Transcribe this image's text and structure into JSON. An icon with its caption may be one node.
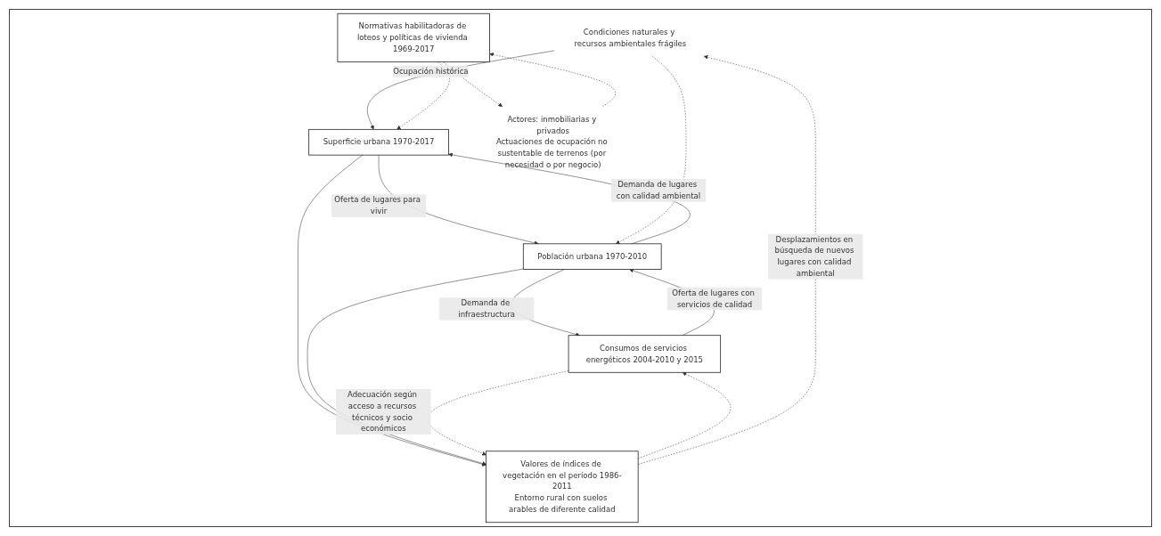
{
  "diagram": {
    "nodes": [
      {
        "text": [
          "Condiciones naturales y recursos ambientales frágiles"
        ]
      },
      {
        "text": [
          "Superficie urbana 1970-2017"
        ]
      },
      {
        "text": [
          "Población urbana 1970-2010"
        ]
      },
      {
        "text": [
          "Consumos de servicios energéticos 2004-2010 y 2015"
        ]
      },
      {
        "text": [
          "Normativas habilitadoras de loteos y políticas de vivienda 1969-2017"
        ]
      },
      {
        "text": [
          "Actores: inmobiliarias y privados",
          "Actuaciones de ocupación no sustentable de terrenos (por necesidad o por negocio)"
        ]
      },
      {
        "text": [
          "Valores de índices de vegetación en el período 1986-2011",
          "Entorno rural con suelos arables de diferente calidad"
        ]
      }
    ],
    "edges": [
      {
        "from": 0,
        "to": 1,
        "arrow": "to",
        "label": "Ocupación histórica"
      },
      {
        "from": 1,
        "to": 2,
        "arrow": "to",
        "label": "Oferta de lugares para vivir"
      },
      {
        "from": 0,
        "to": 2,
        "arrow": "to",
        "style": "dashed"
      },
      {
        "from": 2,
        "to": 3,
        "arrow": "to",
        "label": "Demanda de infraestructura"
      },
      {
        "from": 2,
        "to": 1,
        "arrow": "to",
        "label": "Demanda de lugares con calidad ambiental"
      },
      {
        "from": 3,
        "to": 2,
        "arrow": "to",
        "label": "Oferta de lugares con servicios de calidad"
      },
      {
        "from": 1,
        "to": 6,
        "arrow": "to"
      },
      {
        "from": 2,
        "to": 6,
        "arrow": "to"
      },
      {
        "from": 6,
        "to": 3,
        "arrow": "to",
        "style": "dashed"
      },
      {
        "from": 3,
        "to": 6,
        "arrow": "to",
        "style": "dashed",
        "label": "Adecuación según acceso a recursos técnicos y socio económicos"
      },
      {
        "from": 4,
        "to": 1,
        "arrow": "to",
        "style": "dashed"
      },
      {
        "from": 4,
        "to": 5,
        "arrow": "to",
        "style": "dashed"
      },
      {
        "from": 5,
        "to": 4,
        "arrow": "to",
        "style": "dashed"
      },
      {
        "from": 6,
        "to": 0,
        "arrow": "to",
        "style": "dashed",
        "label": "Desplazamientos en búsqueda de nuevos lugares con calidad ambiental"
      }
    ]
  }
}
